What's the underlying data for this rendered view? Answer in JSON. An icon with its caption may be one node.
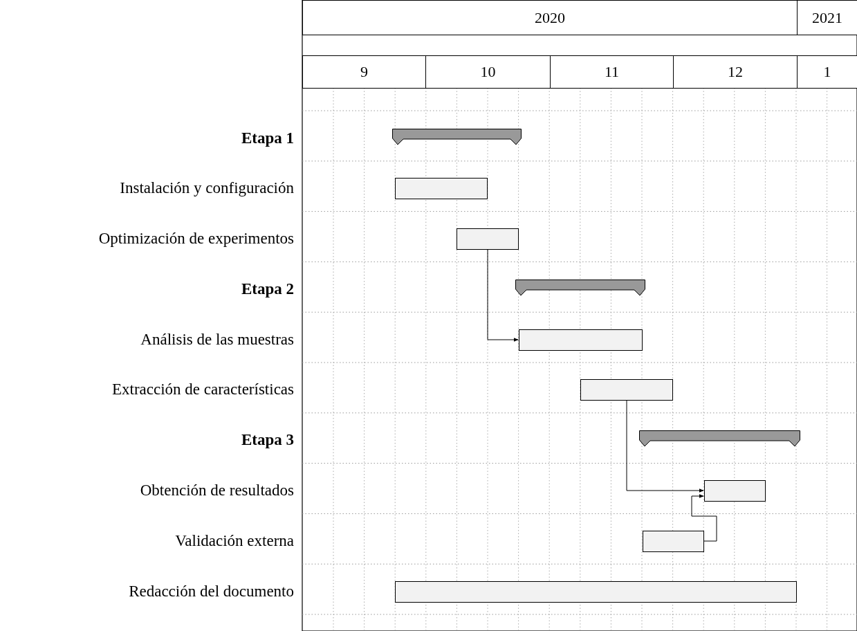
{
  "diagram": {
    "nodes": [
      {
        "text": [],
        "shape": "bar"
      },
      {
        "text": [],
        "shape": "bar"
      },
      {
        "text": [],
        "shape": "bar"
      },
      {
        "text": [],
        "shape": "bar"
      },
      {
        "text": [],
        "shape": "bar"
      },
      {
        "text": [],
        "shape": "bar"
      },
      {
        "text": [],
        "shape": "bar"
      },
      {
        "text": [],
        "shape": "bar"
      },
      {
        "text": [],
        "shape": "bar"
      },
      {
        "text": [],
        "shape": "bar"
      }
    ],
    "edges": [
      {
        "from": 2,
        "to": 4,
        "arrow": "to"
      },
      {
        "from": 5,
        "to": 7,
        "arrow": "to"
      },
      {
        "from": 8,
        "to": 7,
        "arrow": "to"
      }
    ],
    "labels": [
      "2020",
      "2021",
      "9",
      "10",
      "11",
      "12",
      "1",
      "Etapa 1",
      "Instalación y configuración",
      "Optimización de experimentos",
      "Etapa 2",
      "Análisis de las muestras",
      "Extracción de características",
      "Etapa 3",
      "Obtención de resultados",
      "Validación externa",
      "Redacción del documento"
    ]
  }
}
